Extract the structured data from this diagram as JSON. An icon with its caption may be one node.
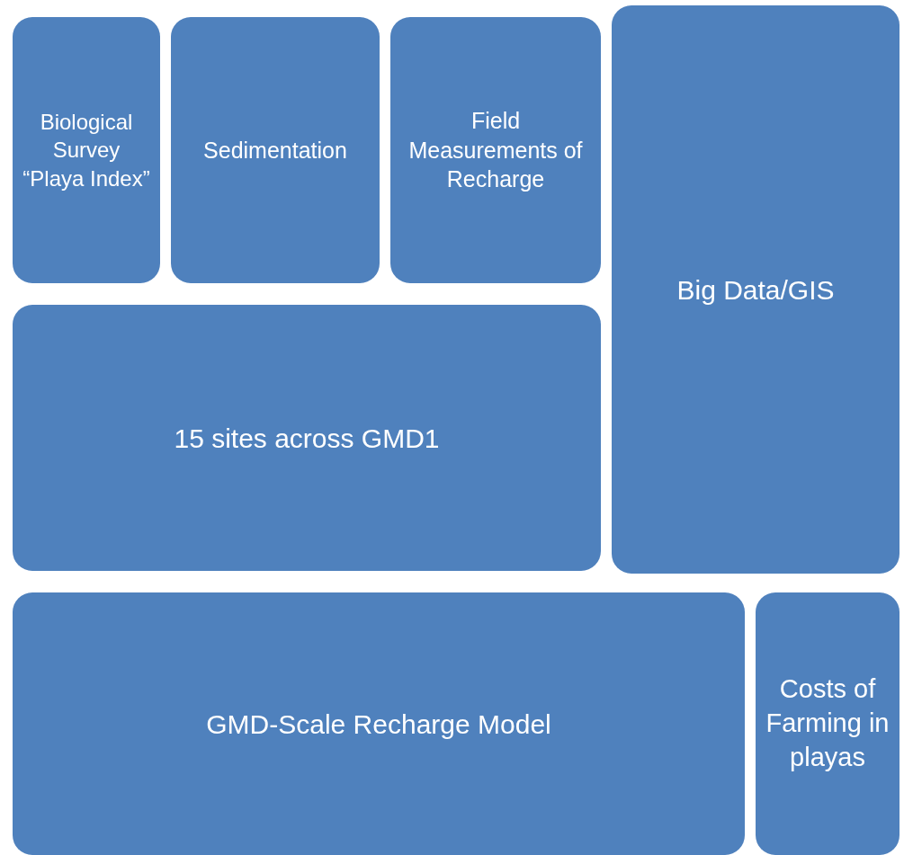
{
  "diagram": {
    "nodes": [
      {
        "text": [
          "Biological Survey “Playa Index”"
        ]
      },
      {
        "text": [
          "Sedimentation"
        ]
      },
      {
        "text": [
          "Field Measurements of Recharge"
        ]
      },
      {
        "text": [
          "Big Data/GIS"
        ]
      },
      {
        "text": [
          "15 sites across GMD1"
        ]
      },
      {
        "text": [
          "GMD-Scale Recharge Model"
        ]
      },
      {
        "text": [
          "Costs of Farming in playas"
        ]
      }
    ]
  }
}
